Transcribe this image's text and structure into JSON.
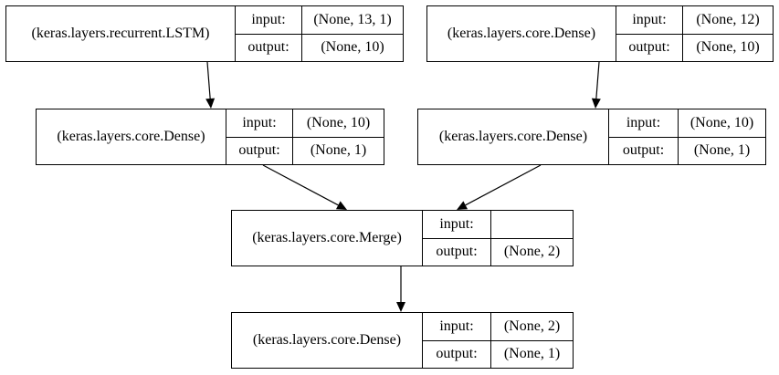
{
  "nodes": [
    {
      "layer": "(keras.layers.recurrent.LSTM)",
      "input_label": "input:",
      "input": "(None, 13, 1)",
      "output_label": "output:",
      "output": "(None, 10)"
    },
    {
      "layer": "(keras.layers.core.Dense)",
      "input_label": "input:",
      "input": "(None, 12)",
      "output_label": "output:",
      "output": "(None, 10)"
    },
    {
      "layer": "(keras.layers.core.Dense)",
      "input_label": "input:",
      "input": "(None, 10)",
      "output_label": "output:",
      "output": "(None, 1)"
    },
    {
      "layer": "(keras.layers.core.Dense)",
      "input_label": "input:",
      "input": "(None, 10)",
      "output_label": "output:",
      "output": "(None, 1)"
    },
    {
      "layer": "(keras.layers.core.Merge)",
      "input_label": "input:",
      "input": "",
      "output_label": "output:",
      "output": "(None, 2)"
    },
    {
      "layer": "(keras.layers.core.Dense)",
      "input_label": "input:",
      "input": "(None, 2)",
      "output_label": "output:",
      "output": "(None, 1)"
    }
  ],
  "edges": [
    {
      "from": 0,
      "to": 2
    },
    {
      "from": 1,
      "to": 3
    },
    {
      "from": 2,
      "to": 4
    },
    {
      "from": 3,
      "to": 4
    },
    {
      "from": 4,
      "to": 5
    }
  ]
}
